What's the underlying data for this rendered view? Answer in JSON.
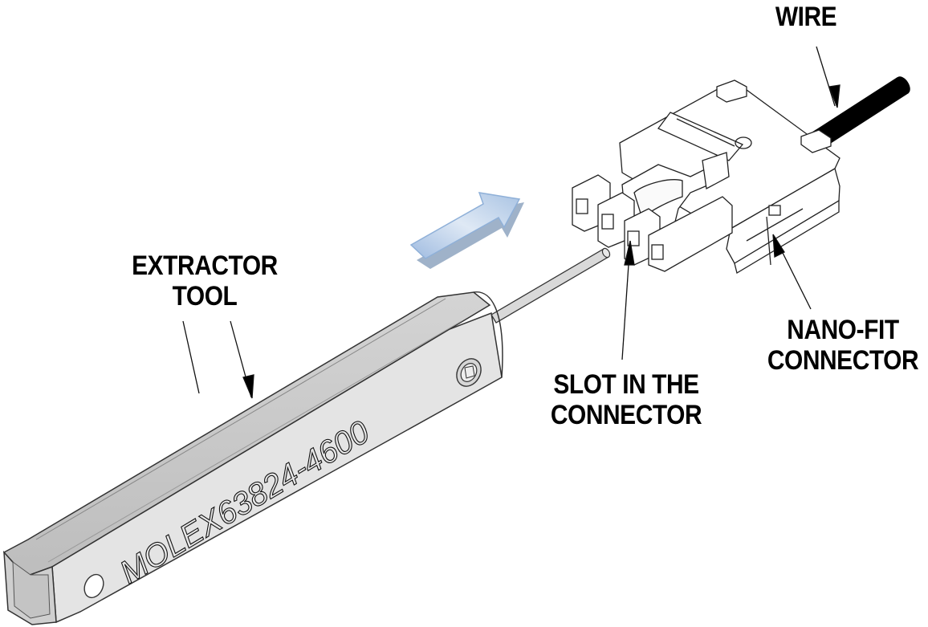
{
  "diagram": {
    "title": "Extractor tool inserted into Nano-Fit connector slot",
    "labels": {
      "wire": "WIRE",
      "extractor_line1": "EXTRACTOR",
      "extractor_line2": "TOOL",
      "slot_line1": "SLOT IN THE",
      "slot_line2": "CONNECTOR",
      "nanofit_line1": "NANO-FIT",
      "nanofit_line2": "CONNECTOR"
    },
    "tool_engraving": {
      "brand": "MOLEX",
      "part_number": "63824-4600"
    },
    "colors": {
      "arrow_fill": "#b9cde6",
      "arrow_shadow": "#8fa6c2",
      "tool_top": "#c8c8c8",
      "tool_face": "#e2e2e2",
      "connector_fill": "#ffffff",
      "wire": "#000000"
    }
  }
}
